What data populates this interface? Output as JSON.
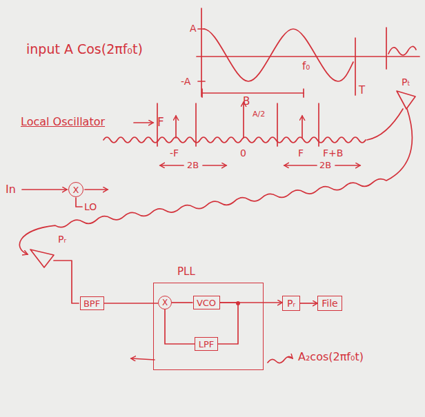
{
  "diagram": {
    "nodes": [
      {
        "text": [
          "X"
        ]
      },
      {
        "text": [
          "BPF"
        ]
      },
      {
        "text": [
          "PLL"
        ]
      },
      {
        "text": [
          "X"
        ],
        "in": 2
      },
      {
        "text": [
          "VCO"
        ],
        "in": 2
      },
      {
        "text": [
          "LPF"
        ],
        "in": 2
      },
      {
        "text": [
          "Pᵣ"
        ]
      },
      {
        "text": [
          "File"
        ]
      }
    ],
    "edges": [
      {
        "from": 1,
        "to": 3,
        "arrow": "none"
      },
      {
        "from": 3,
        "to": 4,
        "arrow": "none"
      },
      {
        "from": 4,
        "to": 6,
        "arrow": "to"
      },
      {
        "from": 4,
        "to": 5,
        "arrow": "none"
      },
      {
        "from": 5,
        "to": 3,
        "arrow": "none"
      },
      {
        "from": 6,
        "to": 7,
        "arrow": "to"
      }
    ],
    "labels": [
      "input A Cos(2πf₀t)",
      "A",
      "-A",
      "f₀",
      "B",
      "T",
      "Local Oscillator",
      "F",
      "In",
      "LO",
      "-F",
      "0",
      "A/2",
      "F",
      "F+B",
      "2B",
      "2B",
      "Pₜ",
      "Pᵣ",
      "A₂cos(2πf₀t)"
    ]
  }
}
